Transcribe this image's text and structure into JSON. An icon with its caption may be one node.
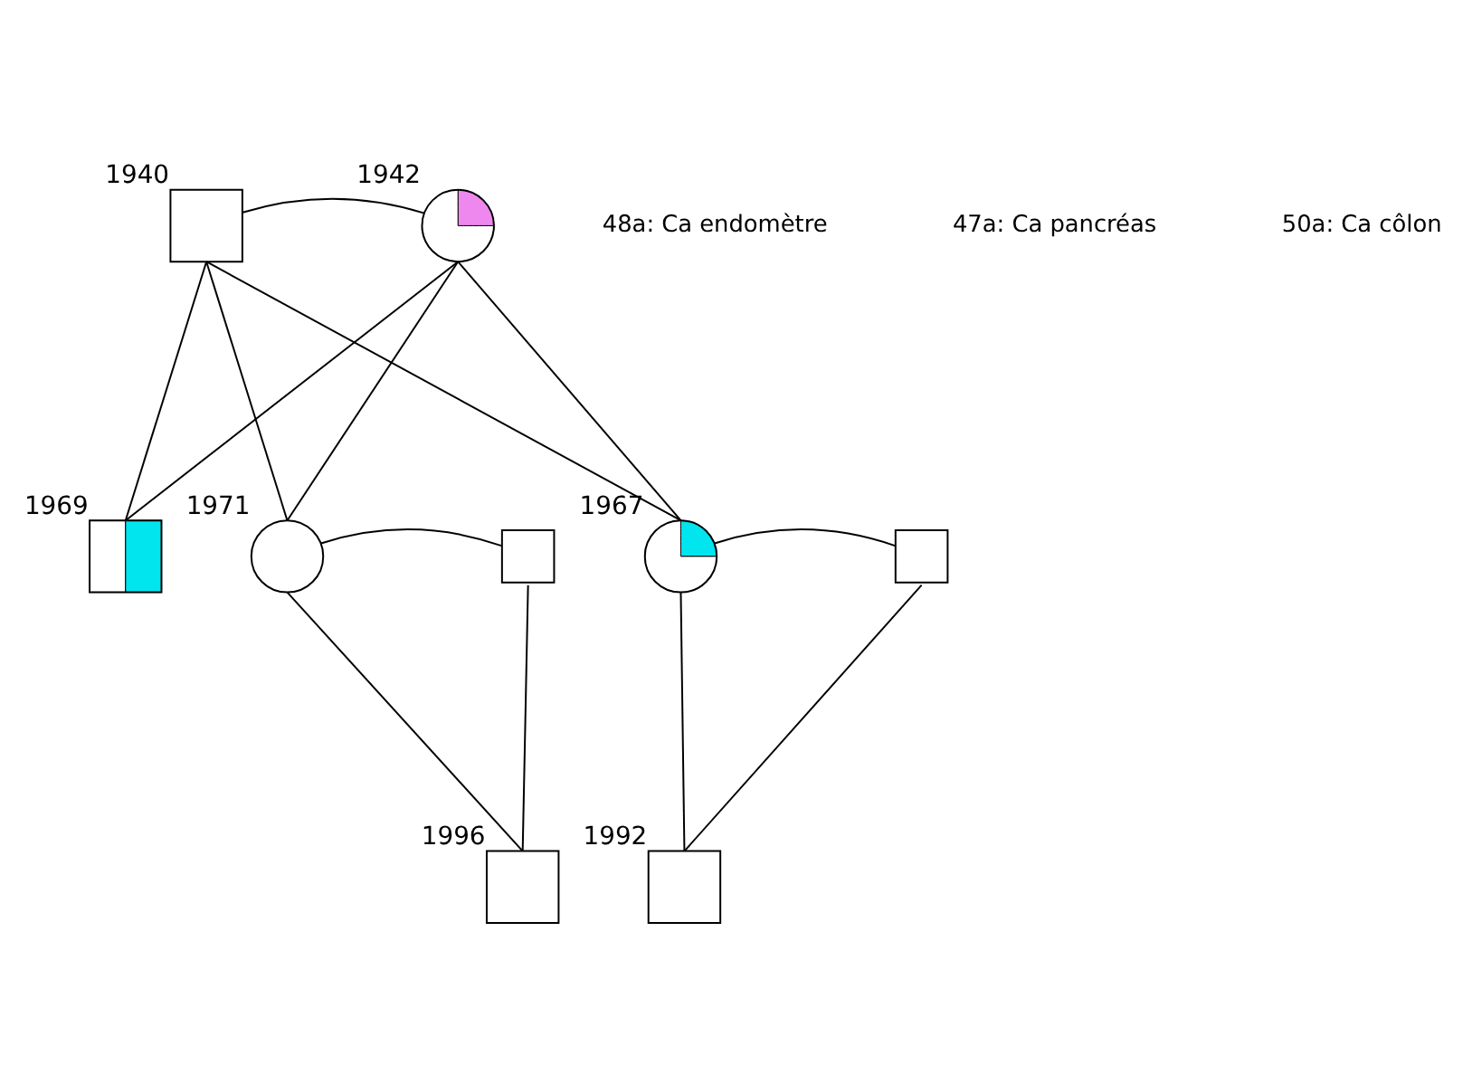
{
  "diagram": {
    "nodes": [
      {
        "text": [],
        "shape": "box",
        "beside": [
          "1940"
        ]
      },
      {
        "text": [],
        "shape": "circle",
        "beside": [
          "1942"
        ]
      },
      {
        "text": [],
        "shape": "box",
        "beside": [
          "1969"
        ]
      },
      {
        "text": [],
        "shape": "circle",
        "beside": [
          "1971"
        ]
      },
      {
        "text": [],
        "shape": "box"
      },
      {
        "text": [],
        "shape": "circle",
        "beside": [
          "1967"
        ]
      },
      {
        "text": [],
        "shape": "box"
      },
      {
        "text": [],
        "shape": "box",
        "beside": [
          "1996"
        ]
      },
      {
        "text": [],
        "shape": "box",
        "beside": [
          "1992"
        ]
      }
    ],
    "edges": [
      {
        "from": 0,
        "to": 1,
        "arrow": "none"
      },
      {
        "from": 0,
        "to": 2,
        "arrow": "none"
      },
      {
        "from": 0,
        "to": 3,
        "arrow": "none"
      },
      {
        "from": 0,
        "to": 5,
        "arrow": "none"
      },
      {
        "from": 1,
        "to": 2,
        "arrow": "none"
      },
      {
        "from": 1,
        "to": 3,
        "arrow": "none"
      },
      {
        "from": 1,
        "to": 5,
        "arrow": "none"
      },
      {
        "from": 3,
        "to": 4,
        "arrow": "none"
      },
      {
        "from": 3,
        "to": 7,
        "arrow": "none"
      },
      {
        "from": 4,
        "to": 7,
        "arrow": "none"
      },
      {
        "from": 5,
        "to": 6,
        "arrow": "none"
      },
      {
        "from": 5,
        "to": 8,
        "arrow": "none"
      },
      {
        "from": 6,
        "to": 8,
        "arrow": "none"
      }
    ],
    "labels": [
      "48a: Ca endomètre",
      "47a: Ca pancréas",
      "50a: Ca côlon"
    ]
  }
}
